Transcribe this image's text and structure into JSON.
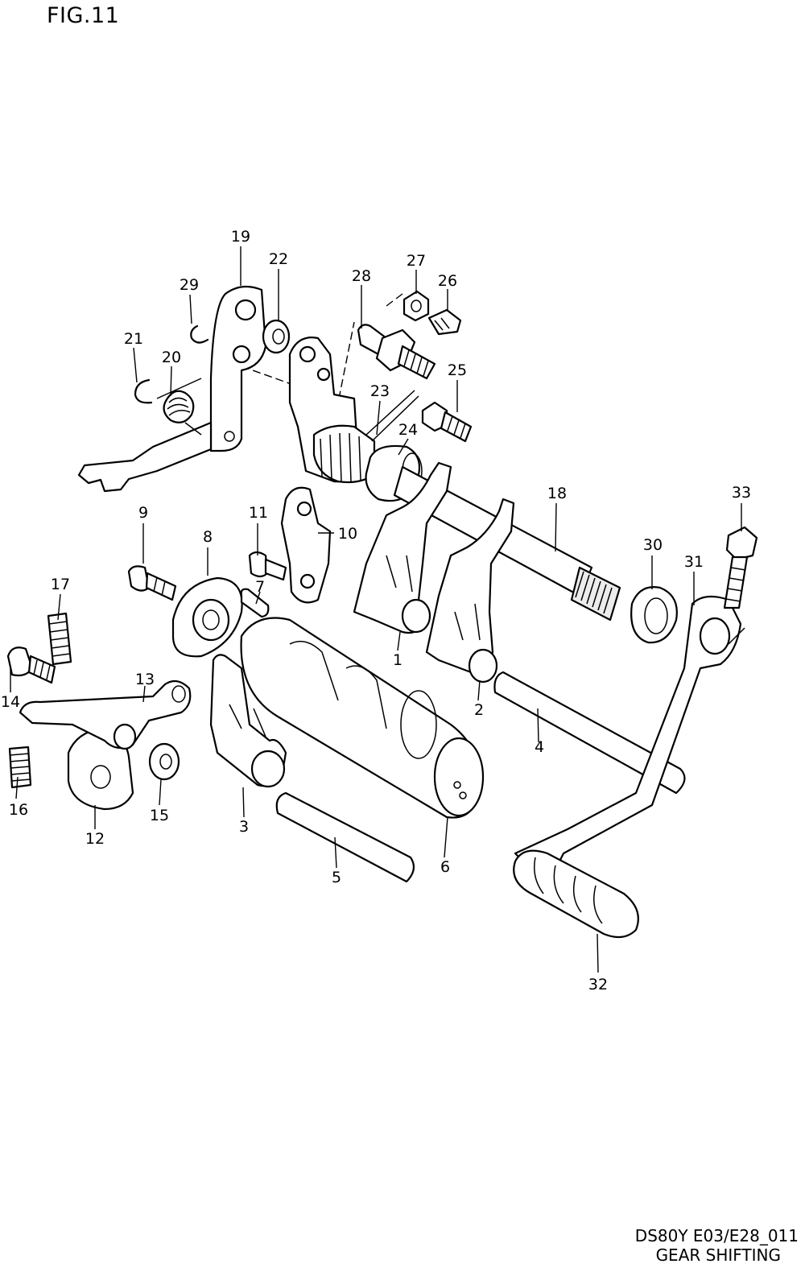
{
  "header": {
    "figure_label": "FIG.11"
  },
  "footer": {
    "model_code": "DS80Y E03/E28_011",
    "caption": "GEAR SHIFTING"
  },
  "callouts": [
    "1",
    "2",
    "3",
    "4",
    "5",
    "6",
    "7",
    "8",
    "9",
    "10",
    "11",
    "12",
    "13",
    "14",
    "15",
    "16",
    "17",
    "18",
    "19",
    "20",
    "21",
    "22",
    "23",
    "24",
    "25",
    "26",
    "27",
    "28",
    "29",
    "30",
    "31",
    "32",
    "33"
  ]
}
